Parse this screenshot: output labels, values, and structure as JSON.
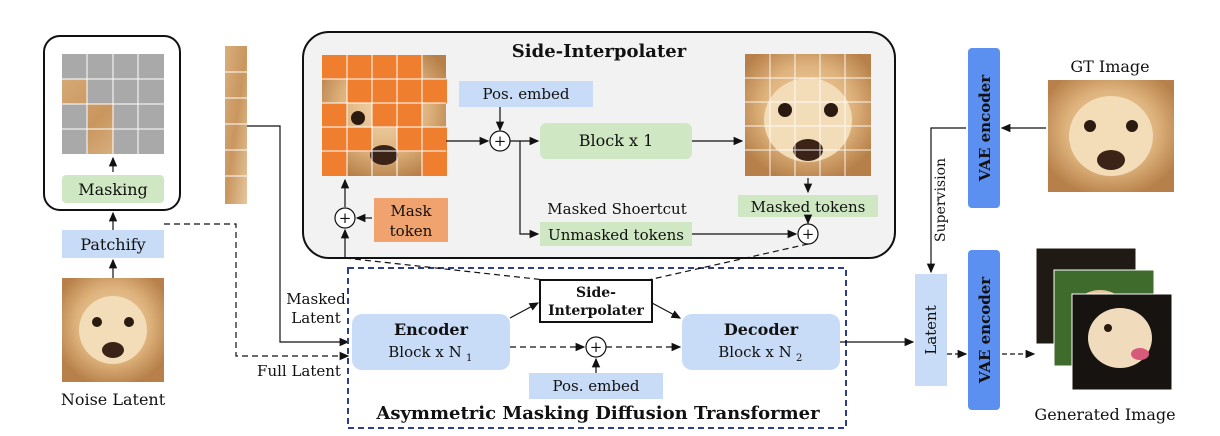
{
  "side_interpolater": {
    "title": "Side-Interpolater",
    "pos_embed": "Pos. embed",
    "block": "Block x 1",
    "mask_token_line1": "Mask",
    "mask_token_line2": "token",
    "masked_shortcut": "Masked Shoertcut",
    "unmasked_tokens": "Unmasked tokens",
    "masked_tokens": "Masked tokens"
  },
  "left": {
    "masking": "Masking",
    "patchify": "Patchify",
    "noise_latent": "Noise Latent",
    "masked_latent_line1": "Masked",
    "masked_latent_line2": "Latent",
    "full_latent": "Full Latent"
  },
  "amdt": {
    "title": "Asymmetric Masking Diffusion Transformer",
    "encoder_title": "Encoder",
    "encoder_block": "Block x N",
    "encoder_sub": "1",
    "decoder_title": "Decoder",
    "decoder_block": "Block x N",
    "decoder_sub": "2",
    "side_line1": "Side-",
    "side_line2": "Interpolater",
    "pos_embed": "Pos. embed"
  },
  "right": {
    "gt_image": "GT Image",
    "vae_encoder_top": "VAE encoder",
    "vae_encoder_bottom": "VAE encoder",
    "supervision": "Supervision",
    "latent": "Latent",
    "generated_image": "Generated Image"
  },
  "colors": {
    "light_blue": "#c9dcf7",
    "green": "#cfe8c3",
    "orange": "#ef7f2f",
    "mask_token": "#f0a36e",
    "vae_blue": "#5b8ff0",
    "dashed_border": "#2c3e8c",
    "panel_gray": "#f2f2f2",
    "mask_gray": "#a9a9a9"
  }
}
